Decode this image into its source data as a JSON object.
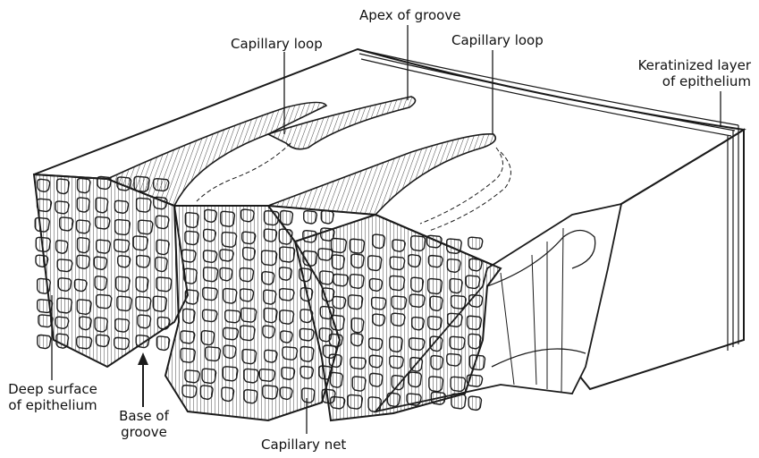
{
  "labels": {
    "apex_of_groove": "Apex of groove",
    "capillary_loop_left": "Capillary loop",
    "capillary_loop_right": "Capillary loop",
    "keratinized_line1": "Keratinized layer",
    "keratinized_line2": "of epithelium",
    "deep_surface_line1": "Deep surface",
    "deep_surface_line2": "of epithelium",
    "base_of_groove_line1": "Base of",
    "base_of_groove_line2": "groove",
    "capillary_net": "Capillary net"
  },
  "colors": {
    "ink": "#1a1a1a",
    "paper": "#ffffff"
  }
}
